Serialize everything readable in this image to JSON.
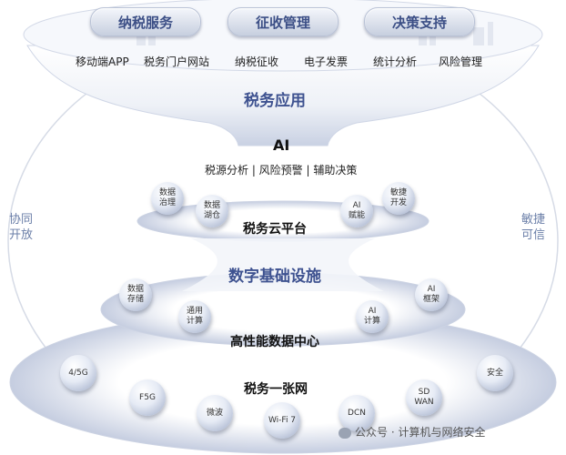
{
  "top_pills": [
    {
      "label": "纳税服务"
    },
    {
      "label": "征收管理"
    },
    {
      "label": "决策支持"
    }
  ],
  "top_items": [
    "移动端APP",
    "税务门户网站",
    "纳税征收",
    "电子发票",
    "统计分析",
    "风险管理"
  ],
  "tax_application": "税务应用",
  "ai": {
    "title": "AI",
    "functions": "税源分析 | 风险预警 | 辅助决策"
  },
  "cloud": {
    "title": "税务云平台",
    "balls": [
      "数据治理",
      "数据湖仓",
      "AI赋能",
      "敏捷开发"
    ]
  },
  "infrastructure": "数字基础设施",
  "datacenter": {
    "title": "高性能数据中心",
    "balls": [
      "数据存储",
      "通用计算",
      "AI计算",
      "AI框架"
    ]
  },
  "network": {
    "title": "税务一张网",
    "balls": [
      "4/5G",
      "F5G",
      "微波",
      "Wi-Fi 7",
      "DCN",
      "SD WAN",
      "安全"
    ]
  },
  "left_label": [
    "协同",
    "开放"
  ],
  "right_label": [
    "敏捷",
    "可信"
  ],
  "watermark": "公众号 · 计算机与网络安全",
  "colors": {
    "accent": "#3e5290",
    "pill_text": "#3c4f86",
    "side_text": "#6b7fa8"
  }
}
